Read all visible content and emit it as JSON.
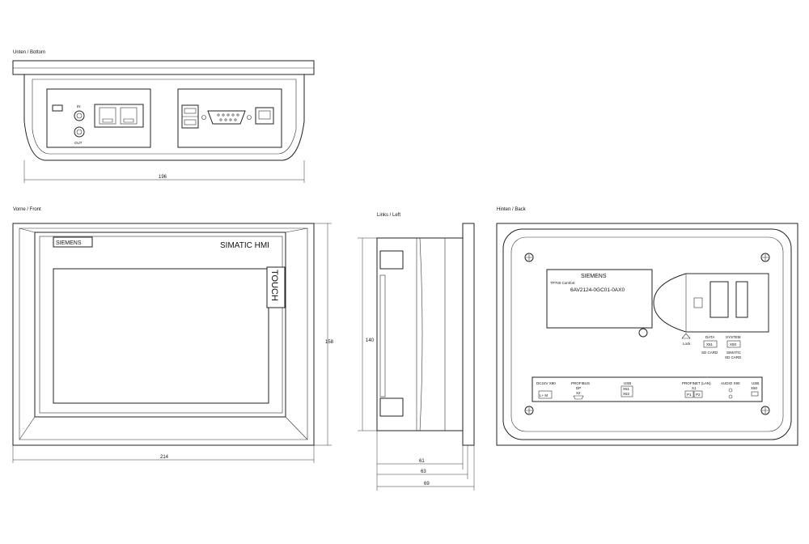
{
  "views": {
    "bottom": {
      "label": "Unten / Bottom",
      "dim_width": "196",
      "port_in": "IN",
      "port_out": "OUT"
    },
    "front": {
      "label": "Vorne / Front",
      "brand": "SIEMENS",
      "product": "SIMATIC  HMI",
      "touch": "TOUCH",
      "dim_width": "214",
      "dim_height": "158"
    },
    "left": {
      "label": "Links / Left",
      "dim_height": "140",
      "dim_depth1": "61",
      "dim_depth2": "63",
      "dim_depth3": "69"
    },
    "back": {
      "label": "Hinten / Back",
      "brand": "SIEMENS",
      "model": "TP700 Comfort",
      "order_no": "6AV2124-0GC01-0AX0",
      "lock": "Lock",
      "data_title": "DATA",
      "data_slot": "X51",
      "data_card": "SD CARD",
      "system_title": "SYSTEM",
      "system_slot": "X50",
      "system_card1": "SIMATIC",
      "system_card2": "SD CARD",
      "ports": [
        {
          "title": "DC24V X80",
          "sub": "L+  M"
        },
        {
          "title": "PROFIBUS",
          "sub1": "DP",
          "sub2": "X2"
        },
        {
          "title": "USB",
          "sub1": "X61",
          "sub2": "X62"
        },
        {
          "title": "PROFINET (LAN)",
          "sub1": "X1",
          "p1": "P1",
          "p2": "P2"
        },
        {
          "title": "AUDIO X90"
        },
        {
          "title": "USB",
          "sub1": "X60"
        }
      ]
    }
  }
}
